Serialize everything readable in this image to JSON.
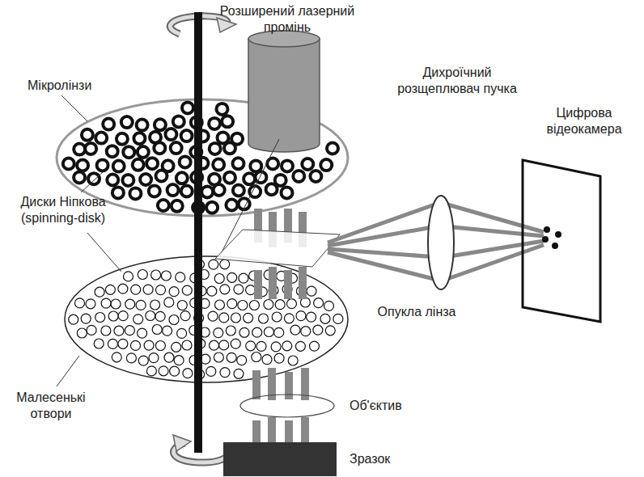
{
  "diagram": {
    "labels": [
      "Розширений лазерний промінь",
      "Мікролінзи",
      "Дихроїчний розщеплювач пучка",
      "Цифрова відеокамера",
      "Диски Ніпкова (spinning-disk)",
      "Опукла лінза",
      "Малесенькі отвори",
      "Об'єктив",
      "Зразок"
    ]
  }
}
